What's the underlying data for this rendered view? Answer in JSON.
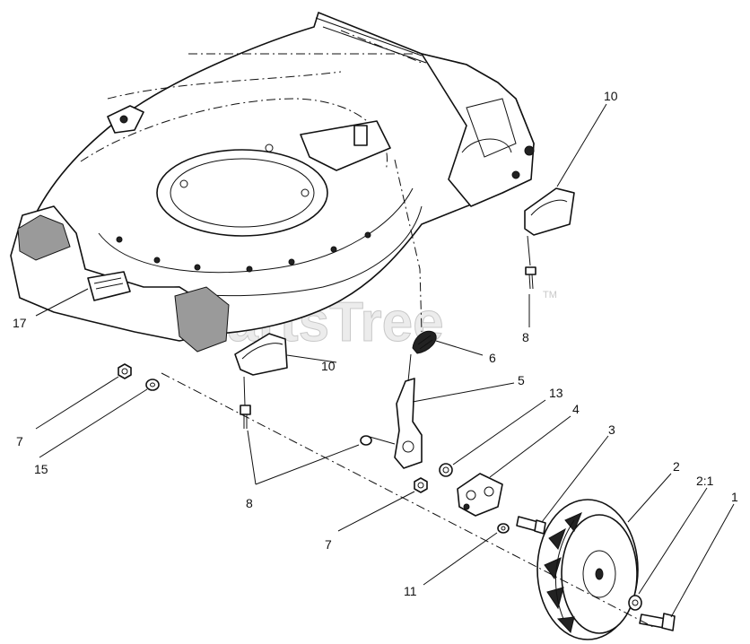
{
  "watermark": {
    "text": "PartsTree",
    "trademark": "TM"
  },
  "callouts": [
    {
      "id": "c10a",
      "label": "10"
    },
    {
      "id": "c8a",
      "label": "8"
    },
    {
      "id": "c17",
      "label": "17"
    },
    {
      "id": "c6",
      "label": "6"
    },
    {
      "id": "c10b",
      "label": "10"
    },
    {
      "id": "c5",
      "label": "5"
    },
    {
      "id": "c7a",
      "label": "7"
    },
    {
      "id": "c13",
      "label": "13"
    },
    {
      "id": "c4",
      "label": "4"
    },
    {
      "id": "c3",
      "label": "3"
    },
    {
      "id": "c15",
      "label": "15"
    },
    {
      "id": "c2",
      "label": "2"
    },
    {
      "id": "c21",
      "label": "2:1"
    },
    {
      "id": "c1",
      "label": "1"
    },
    {
      "id": "c8b",
      "label": "8"
    },
    {
      "id": "c7b",
      "label": "7"
    },
    {
      "id": "c11",
      "label": "11"
    }
  ]
}
